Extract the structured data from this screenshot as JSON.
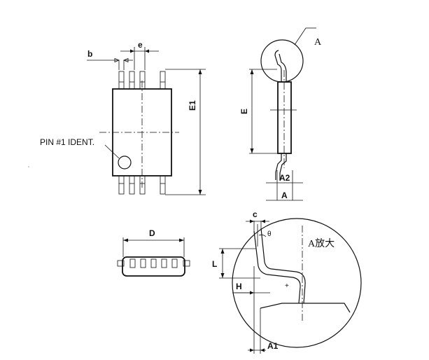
{
  "labels": {
    "b": "b",
    "e": "e",
    "E1": "E1",
    "pin_ident": "PIN #1 IDENT.",
    "A_callout": "A",
    "E": "E",
    "A2": "A2",
    "A": "A",
    "D": "D",
    "c": "c",
    "theta": "θ",
    "detail_title": "A放大",
    "L": "L",
    "H": "H",
    "A1": "A1"
  }
}
